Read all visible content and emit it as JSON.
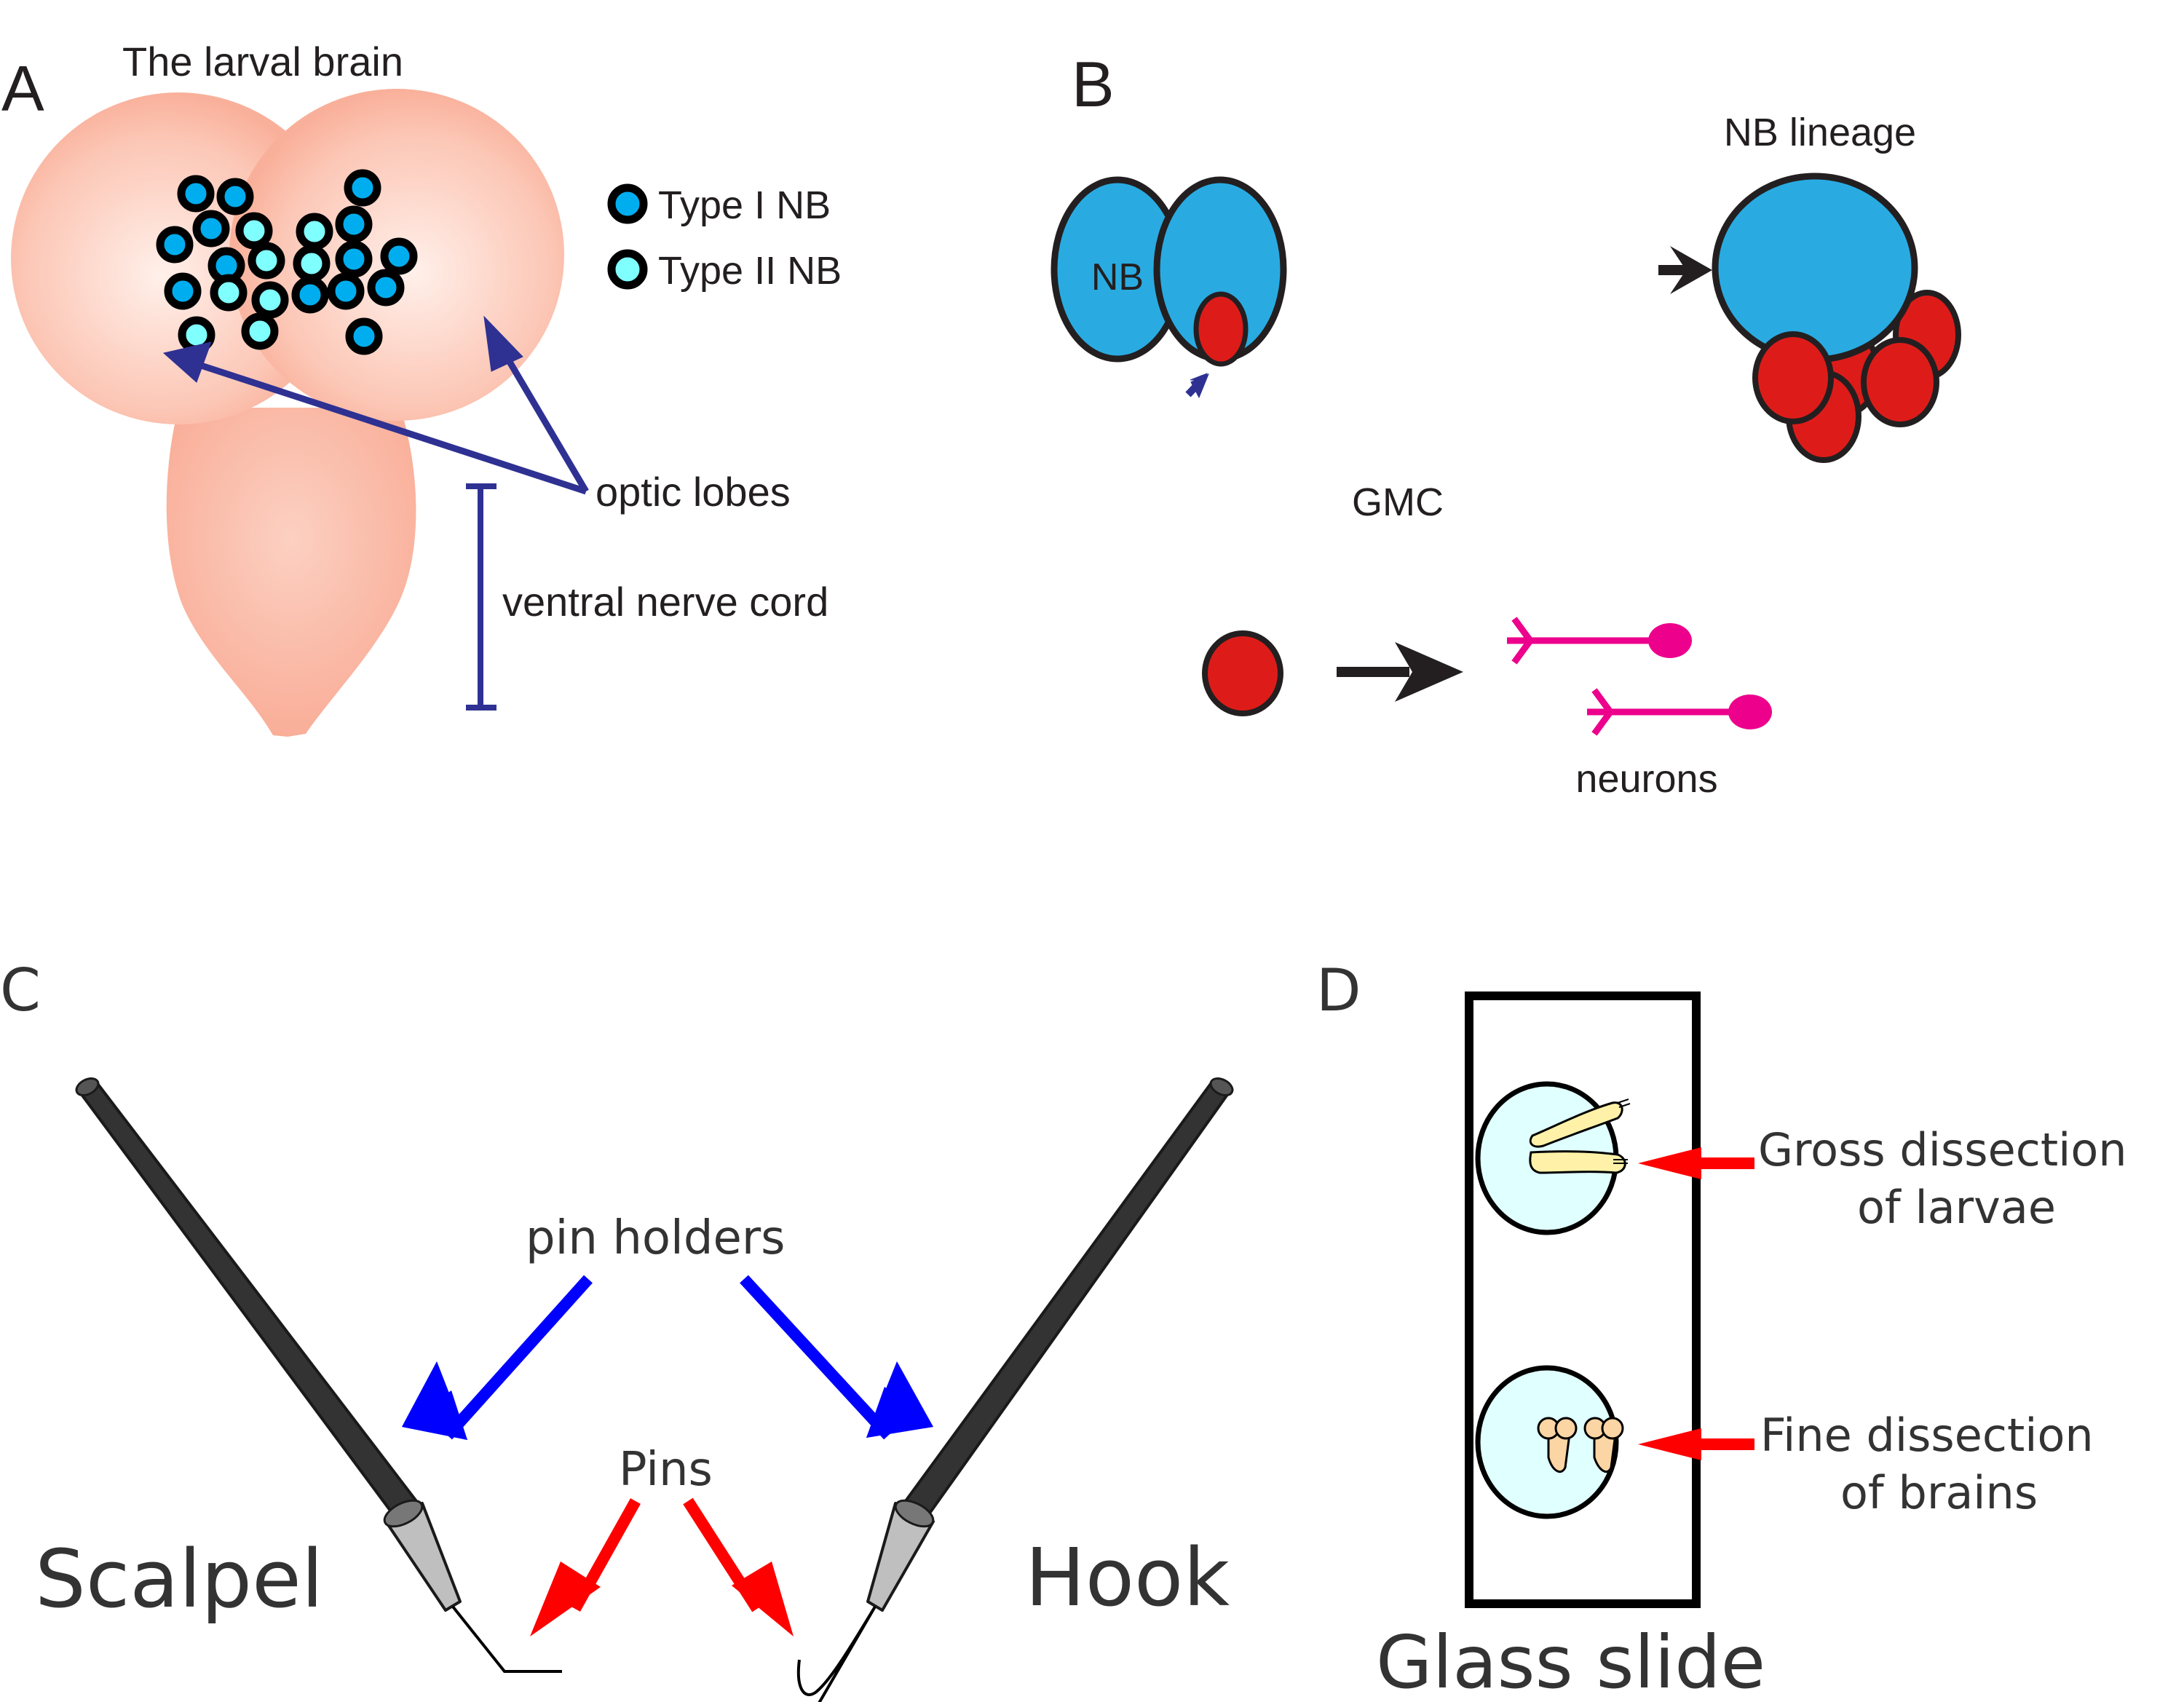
{
  "figure": {
    "panels": {
      "A": {
        "letter": "A",
        "title": "The larval brain",
        "legend": [
          {
            "label": "Type I NB",
            "color": "#00aeef"
          },
          {
            "label": "Type II NB",
            "color": "#80ffff"
          }
        ],
        "labels": {
          "optic_lobes": "optic lobes",
          "ventral_nerve_cord": "ventral nerve cord"
        },
        "colors": {
          "brain": "#f9b09a",
          "brain_highlight": "#ffe8e0",
          "annotation": "#2e3192"
        },
        "nb_cells": [
          {
            "type": "I"
          },
          {
            "type": "I"
          },
          {
            "type": "I"
          },
          {
            "type": "I"
          },
          {
            "type": "II"
          },
          {
            "type": "II"
          },
          {
            "type": "I"
          },
          {
            "type": "I"
          },
          {
            "type": "I"
          },
          {
            "type": "II"
          },
          {
            "type": "II"
          },
          {
            "type": "I"
          },
          {
            "type": "I"
          },
          {
            "type": "I"
          },
          {
            "type": "II"
          },
          {
            "type": "II"
          },
          {
            "type": "I"
          },
          {
            "type": "I"
          },
          {
            "type": "I"
          },
          {
            "type": "II"
          },
          {
            "type": "II"
          },
          {
            "type": "I"
          }
        ]
      },
      "B": {
        "letter": "B",
        "nb_label": "NB",
        "lineage_label": "NB lineage",
        "gmc_label": "GMC",
        "neurons_label": "neurons",
        "colors": {
          "nb": "#29abe2",
          "gmc": "#dd1c1a",
          "neuron": "#ec008c",
          "outline": "#231f20",
          "gmc_arrow": "#2e3192"
        }
      },
      "C": {
        "letter": "C",
        "pin_holders_label": "pin holders",
        "pins_label": "Pins",
        "scalpel_label": "Scalpel",
        "hook_label": "Hook",
        "colors": {
          "holder": "#333333",
          "collar": "#bfbfbf",
          "holder_arrow": "#0000ff",
          "pin_arrow": "#ff0000"
        }
      },
      "D": {
        "letter": "D",
        "slide_label": "Glass slide",
        "gross_label_line1": "Gross dissection",
        "gross_label_line2": "of larvae",
        "fine_label_line1": "Fine dissection",
        "fine_label_line2": "of brains",
        "colors": {
          "well": "#e0ffff",
          "larva": "#fff2a8",
          "brain": "#fcd5a5",
          "arrow": "#ff0000"
        }
      }
    }
  }
}
